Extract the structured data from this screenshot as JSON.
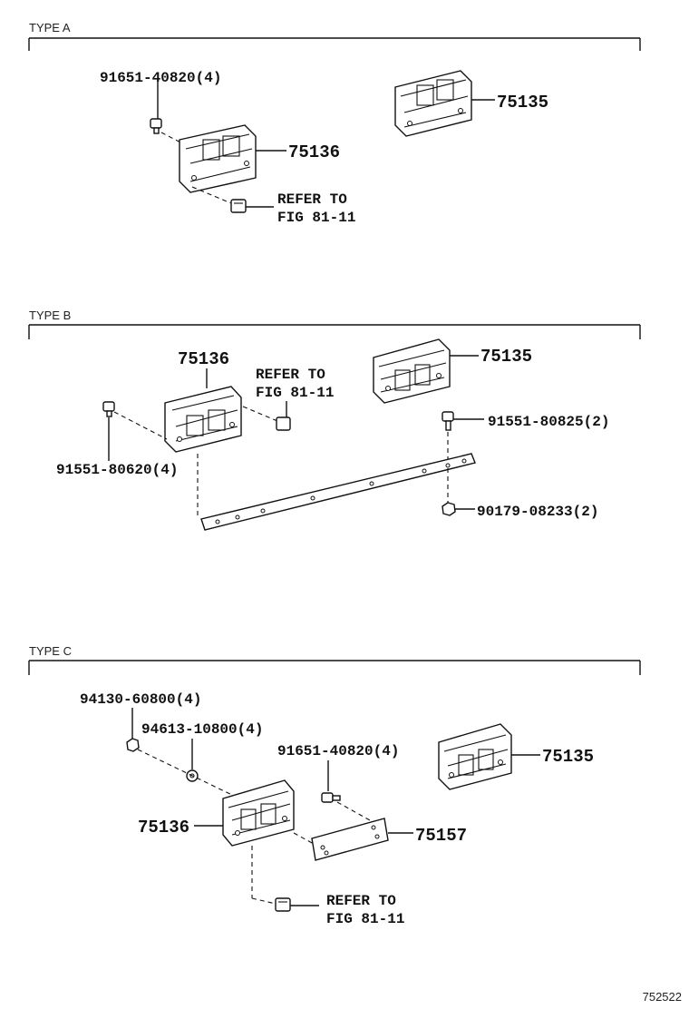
{
  "sections": [
    {
      "title": "TYPE A"
    },
    {
      "title": "TYPE B"
    },
    {
      "title": "TYPE C"
    }
  ],
  "type_a": {
    "bolt": "91651-40820(4)",
    "bracket_rear": "75136",
    "bracket_front": "75135",
    "refer_line1": "REFER TO",
    "refer_line2": "FIG 81-11"
  },
  "type_b": {
    "bracket_rear": "75136",
    "bracket_front": "75135",
    "refer_line1": "REFER TO",
    "refer_line2": "FIG 81-11",
    "bolt_left": "91551-80620(4)",
    "bolt_right": "91551-80825(2)",
    "nut": "90179-08233(2)"
  },
  "type_c": {
    "nut": "94130-60800(4)",
    "washer": "94613-10800(4)",
    "bolt": "91651-40820(4)",
    "bracket_front": "75135",
    "bracket_rear": "75136",
    "plate": "75157",
    "refer_line1": "REFER TO",
    "refer_line2": "FIG 81-11"
  },
  "figure_id": "752522"
}
